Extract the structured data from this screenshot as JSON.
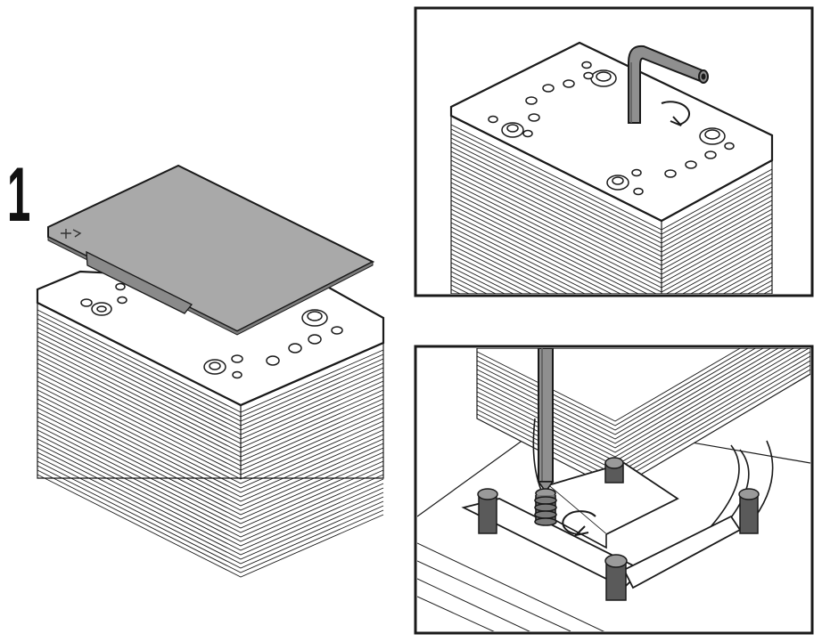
{
  "step": {
    "number": "1"
  },
  "panels": {
    "main": {
      "subject": "heatsink-with-cover-plate"
    },
    "top_right": {
      "subject": "hex-key-in-heatsink",
      "rotation": "clockwise"
    },
    "bottom_right": {
      "subject": "screwdriver-on-mounting-screw",
      "rotation": "counterclockwise"
    }
  },
  "colors": {
    "line": "#1a1a1a",
    "cover_plate": "#a9a9a9",
    "tool": "#8f8f8f",
    "fins": "#ffffff",
    "shade": "#5a5a5a"
  }
}
